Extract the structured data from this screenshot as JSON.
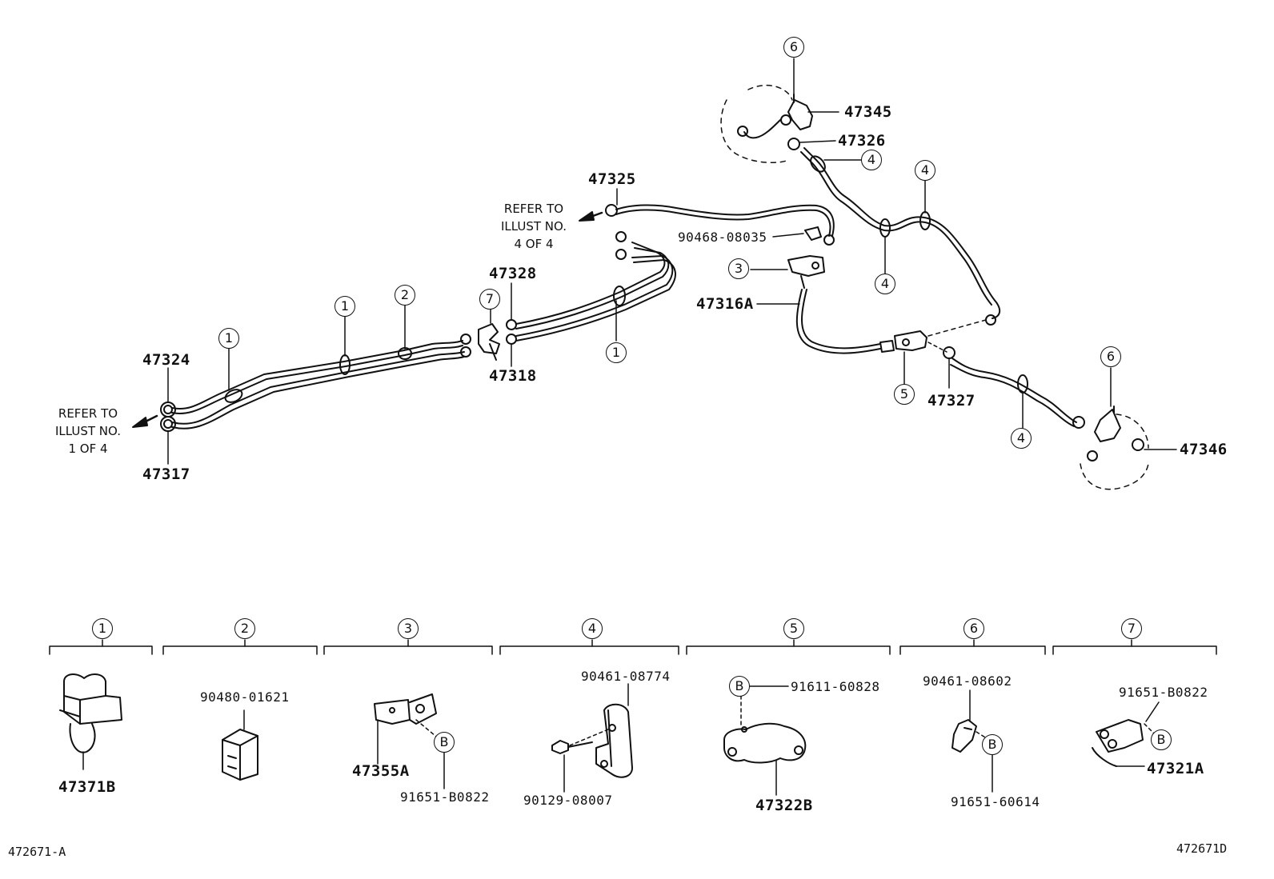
{
  "diagram": {
    "refer_top": [
      "REFER TO",
      "ILLUST NO.",
      "4  OF  4"
    ],
    "refer_left": [
      "REFER TO",
      "ILLUST NO.",
      "1  OF  4"
    ],
    "part_numbers": {
      "p47324": "47324",
      "p47317": "47317",
      "p47325": "47325",
      "p47328": "47328",
      "p47318": "47318",
      "p90468_08035": "90468-08035",
      "p47316A": "47316A",
      "p47345": "47345",
      "p47326": "47326",
      "p47327": "47327",
      "p47346": "47346"
    },
    "callouts": {
      "one": "1",
      "two": "2",
      "three": "3",
      "four": "4",
      "five": "5",
      "six": "6",
      "seven": "7"
    },
    "detail": {
      "g1_part": "47371B",
      "g2_part": "90480-01621",
      "g3_part_a": "47355A",
      "g3_part_b": "91651-B0822",
      "g4_part_a": "90461-08774",
      "g4_part_b": "90129-08007",
      "g5_part_a": "91611-60828",
      "g5_part_b": "47322B",
      "g6_part_a": "90461-08602",
      "g6_part_b": "91651-60614",
      "g7_part_a": "91651-B0822",
      "g7_part_b": "47321A",
      "b_marker": "B"
    },
    "footer": {
      "left_code": "472671-A",
      "right_code": "472671D"
    }
  }
}
